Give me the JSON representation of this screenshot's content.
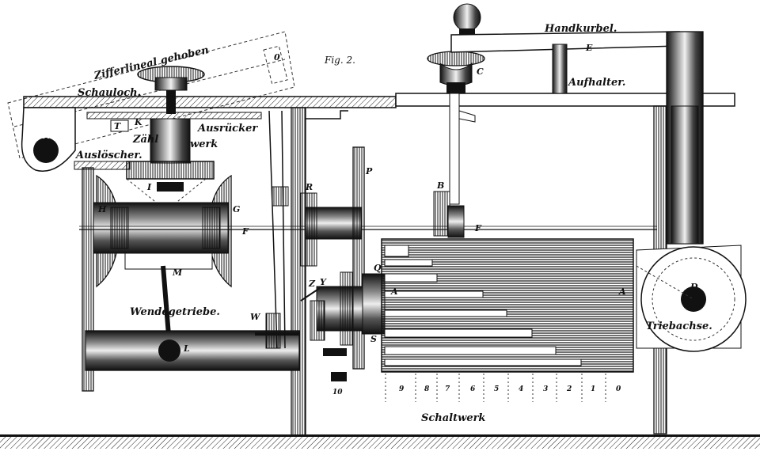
{
  "figure": {
    "fig_label": "Fig. 2.",
    "labels": {
      "handkurbel": "Handkurbel.",
      "aufhalter": "Aufhalter.",
      "zifferlineal": "Zifferlineal gehoben",
      "schauloch": "Schauloch.",
      "ausruecker": "Ausrücker",
      "zaehlwerk_a": "Zähl",
      "zaehlwerk_b": "werk",
      "ausloescher": "Auslöscher.",
      "wendegetriebe": "Wendegetriebe.",
      "triebachse": "Triebachse.",
      "schaltwerk": "Schaltwerk"
    },
    "letters": {
      "N": "N",
      "O": "0",
      "K": "K",
      "T": "T",
      "I": "I",
      "H": "H",
      "G": "G",
      "F1": "F",
      "F2": "F",
      "M": "M",
      "L": "L",
      "W": "W",
      "Z": "Z",
      "Y": "Y",
      "R": "R",
      "P": "P",
      "Q": "Q",
      "S": "S",
      "B": "B",
      "A1": "A",
      "A2": "A",
      "C": "C",
      "E": "E",
      "D": "D",
      "ten": "10"
    },
    "scale_digits": [
      "9",
      "8",
      "7",
      "6",
      "5",
      "4",
      "3",
      "2",
      "1",
      "0"
    ]
  }
}
